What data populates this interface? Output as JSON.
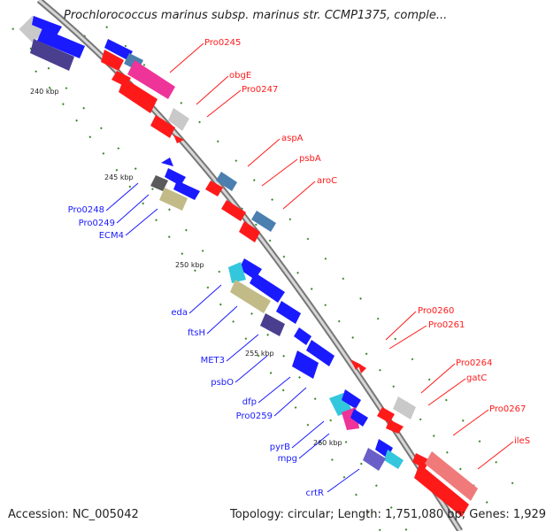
{
  "title": "Prochlorococcus marinus subsp. marinus str. CCMP1375, comple...",
  "accession": "Accession: NC_005042",
  "topology": "Topology: circular; Length: 1,751,080 bp; Genes: 1,929",
  "colors": {
    "forward_strand": "#1a1aff",
    "reverse_strand": "#ff1a1a",
    "backbone": "#8a8a8a",
    "tick": "#3a8a2a",
    "pink": "#ee3399",
    "steel": "#4a7fb0",
    "khaki": "#c2bb88",
    "gray": "#c9c9c9",
    "navy": "#4a3f8f",
    "cyan": "#33c7dd",
    "salmon": "#f07a7a"
  },
  "kbp_labels": [
    "240 kbp",
    "245 kbp",
    "250 kbp",
    "255 kbp",
    "260 kbp"
  ],
  "genes_right": [
    "Pro0245",
    "obgE",
    "Pro0247",
    "aspA",
    "psbA",
    "aroC",
    "Pro0260",
    "Pro0261",
    "Pro0264",
    "gatC",
    "Pro0267",
    "ileS"
  ],
  "genes_left": [
    "Pro0248",
    "Pro0249",
    "ECM4",
    "eda",
    "ftsH",
    "MET3",
    "psbO",
    "dfp",
    "Pro0259",
    "pyrB",
    "mpg",
    "crtR"
  ]
}
